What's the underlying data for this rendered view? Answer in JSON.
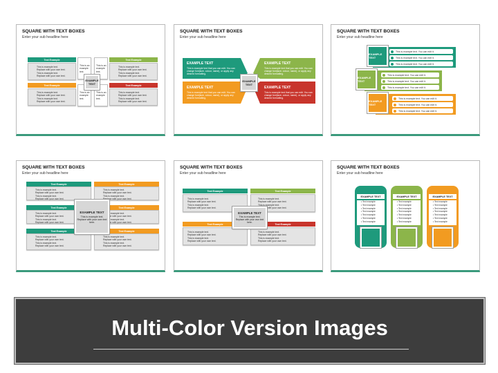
{
  "slide_title": "SQUARE WITH TEXT BOXES",
  "slide_subtitle": "Enter your sub headline here",
  "colors": {
    "teal": "#1e9a7c",
    "green": "#8cb54a",
    "orange": "#f29b21",
    "red": "#c8352c",
    "gray": "#e4e4e4",
    "dark": "#3d3d3d"
  },
  "texts": {
    "text_example": "Text Example",
    "example_text": "EXAMPLE TEXT",
    "example_text_split": "EXAMPLE\nTEXT",
    "body_4": "This is example text.\nReplace with your own text.\nThis is example text.\nReplace with your own text.",
    "body_short": "This is an\nexample\ntext.",
    "center_main": "EXAMPLE TEXT",
    "center_body": "This is example text.\nReplace with your own text\nhere.",
    "ribbon_desc": "This is example text that you can edit. You can\nchange font(size, colour, name), or apply any\ndesired formatting.",
    "row_text": "This is example text. You can edit it.",
    "list_item": "Text example"
  },
  "banner": {
    "title": "Multi-Color Version Images"
  }
}
